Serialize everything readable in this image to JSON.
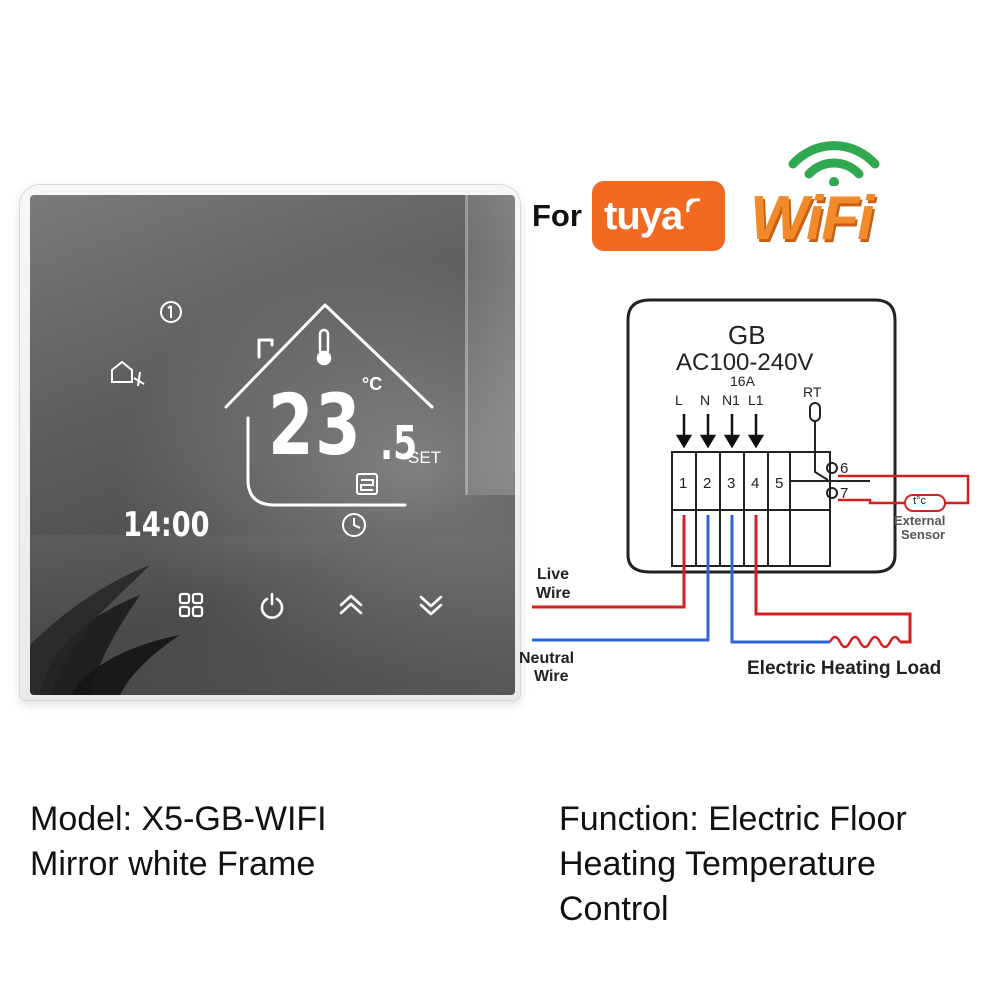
{
  "thermostat": {
    "current_temp": "23",
    "temp_decimal": ".5",
    "unit": "°C",
    "set_label": "SET",
    "clock": "14:00"
  },
  "branding": {
    "for_label": "For",
    "tuya_label": "tuya",
    "wifi_label": "WiFi",
    "tuya_color": "#f26a21",
    "wifi_color": "#f08a2a",
    "wifi_arc_color": "#2fa84f"
  },
  "diagram": {
    "model_code": "GB",
    "voltage": "AC100-240V",
    "current": "16A",
    "terminal_labels": [
      "L",
      "N",
      "N1",
      "L1"
    ],
    "terminal_numbers": [
      "1",
      "2",
      "3",
      "4",
      "5"
    ],
    "rt_label": "RT",
    "sensor_terminals": [
      "6",
      "7"
    ],
    "sensor_symbol": "t°c",
    "external_sensor_label": "External",
    "external_sensor_label2": "Sensor",
    "live_wire_label": "Live",
    "live_wire_label2": "Wire",
    "neutral_wire_label": "Neutral",
    "neutral_wire_label2": "Wire",
    "load_label": "Electric Heating Load",
    "live_color": "#d42020",
    "neutral_color": "#2f64d8"
  },
  "captions": {
    "model_line1": "Model: X5-GB-WIFI",
    "model_line2": "Mirror white Frame",
    "function_line1": "Function: Electric Floor",
    "function_line2": "Heating Temperature",
    "function_line3": "Control"
  }
}
